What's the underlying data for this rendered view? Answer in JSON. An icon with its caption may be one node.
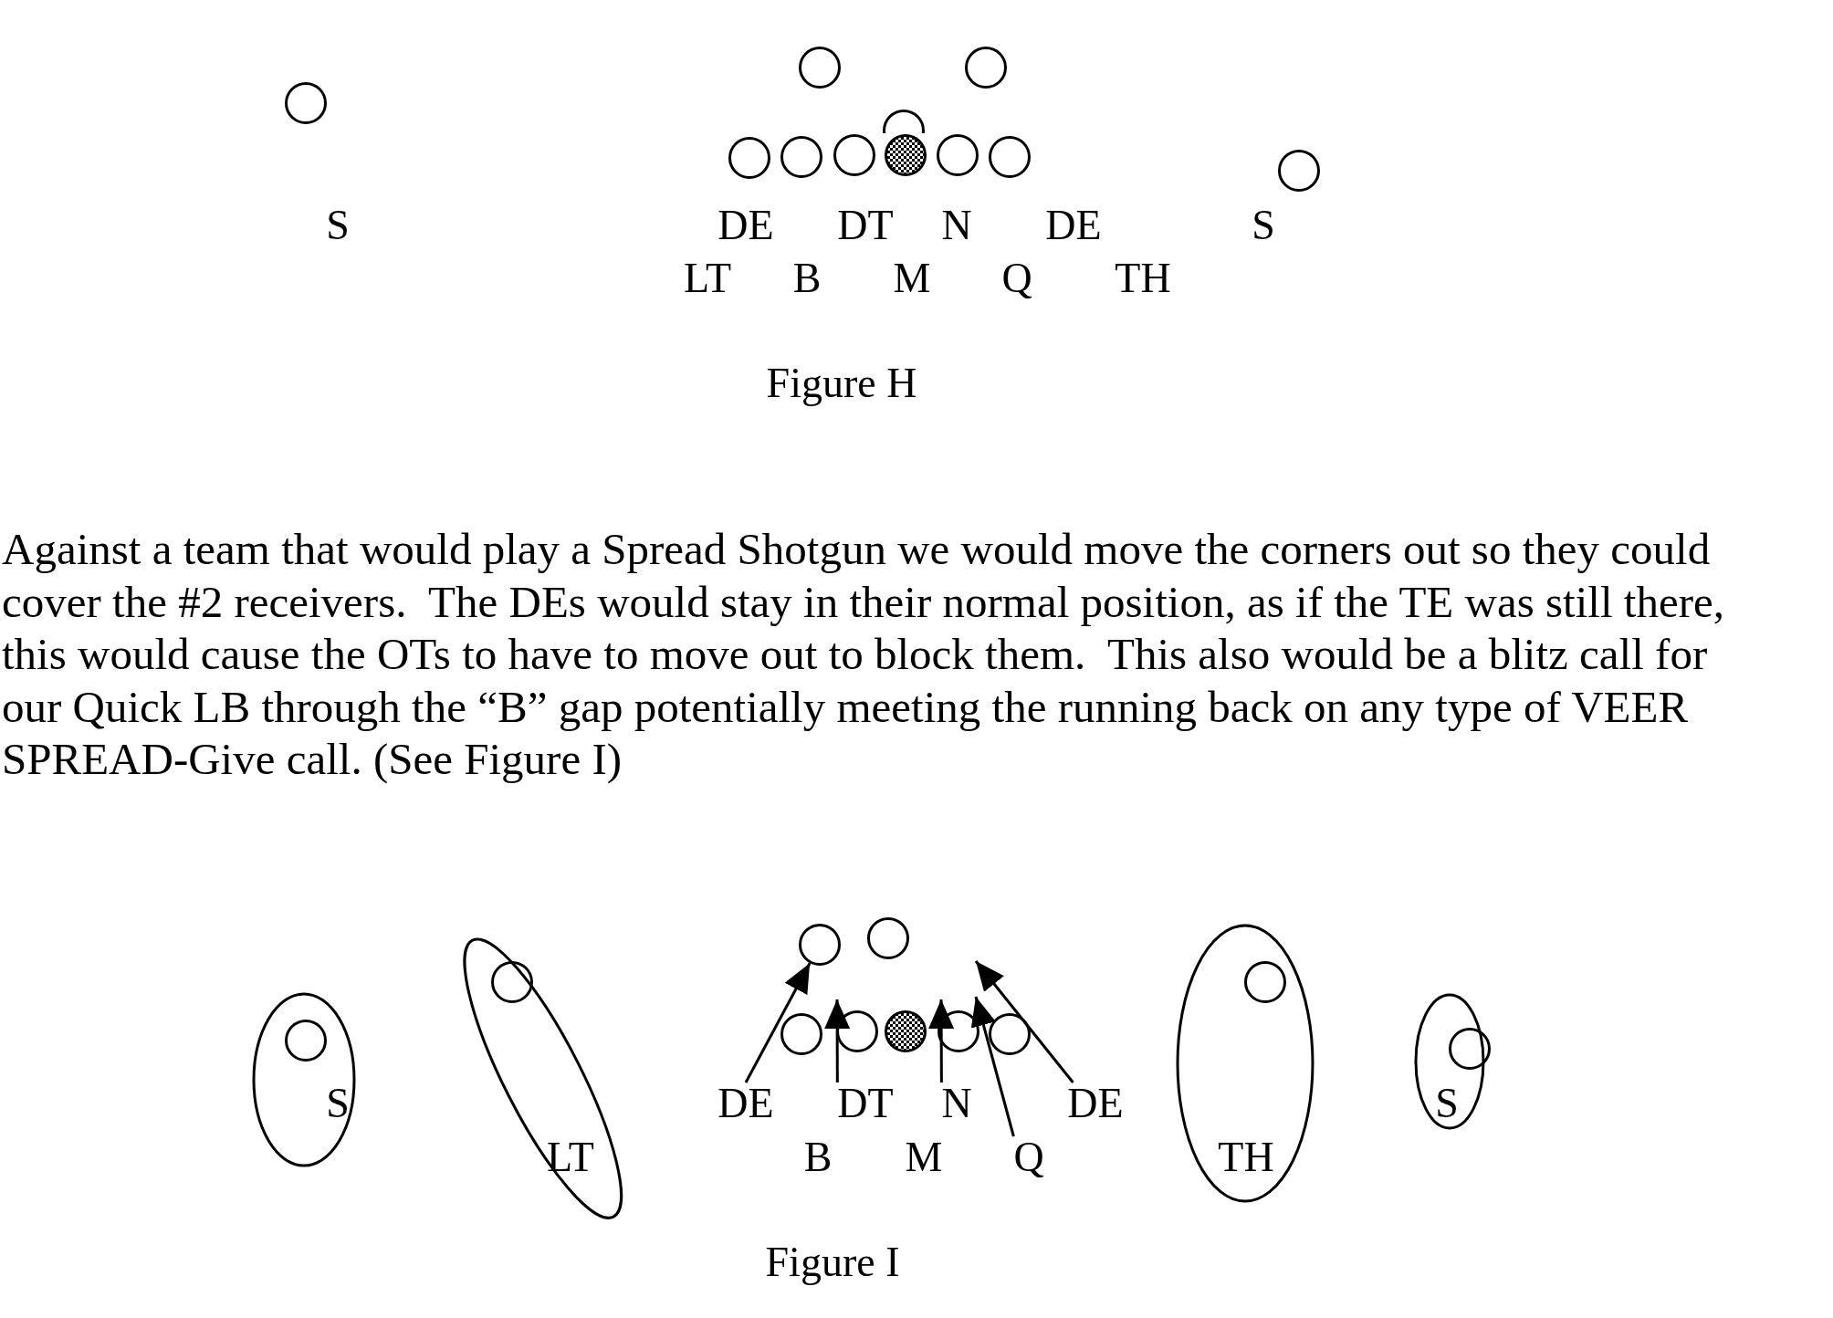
{
  "diagram": {
    "nodes": [
      {
        "text": [],
        "shape": "circle"
      },
      {
        "text": [],
        "shape": "circle"
      },
      {
        "text": [],
        "shape": "circle"
      },
      {
        "text": [],
        "shape": "circle"
      },
      {
        "text": [],
        "shape": "circle"
      },
      {
        "text": [],
        "shape": "circle"
      },
      {
        "text": [],
        "shape": "circle"
      },
      {
        "text": [],
        "shape": "ball"
      },
      {
        "text": [],
        "shape": "circle"
      },
      {
        "text": [],
        "shape": "circle"
      },
      {
        "text": [],
        "shape": "circle"
      },
      {
        "text": [
          "S"
        ]
      },
      {
        "text": [],
        "shape": "circle",
        "in": 11
      },
      {
        "text": [
          "LT"
        ]
      },
      {
        "text": [],
        "shape": "circle",
        "in": 13
      },
      {
        "text": [
          "TH"
        ]
      },
      {
        "text": [],
        "shape": "circle",
        "in": 15
      },
      {
        "text": [
          "S"
        ]
      },
      {
        "text": [],
        "shape": "circle"
      },
      {
        "text": [],
        "shape": "circle"
      },
      {
        "text": [],
        "shape": "circle"
      },
      {
        "text": [],
        "shape": "circle"
      },
      {
        "text": [],
        "shape": "circle"
      },
      {
        "text": [],
        "shape": "ball"
      },
      {
        "text": [],
        "shape": "circle"
      },
      {
        "text": [],
        "shape": "circle"
      },
      {
        "text": [
          "DE"
        ]
      },
      {
        "text": [
          "DT"
        ]
      },
      {
        "text": [
          "N"
        ]
      },
      {
        "text": [
          "DE"
        ]
      },
      {
        "text": [
          "Q"
        ]
      }
    ],
    "edges": [
      {
        "from": 26,
        "to": 19,
        "arrow": "to"
      },
      {
        "from": 27,
        "to": 21,
        "arrow": "to"
      },
      {
        "from": 28,
        "to": 23,
        "arrow": "to"
      },
      {
        "from": 30,
        "to": 24,
        "arrow": "to"
      },
      {
        "from": 29,
        "to": null,
        "arrow": "to"
      }
    ],
    "labels": [
      "S",
      "DE",
      "DT",
      "N",
      "DE",
      "S",
      "LT",
      "B",
      "M",
      "Q",
      "TH",
      "Figure H",
      "Against a team that would play a Spread Shotgun we would move the corners out so they could cover the #2 receivers.  The DEs would stay in their normal position, as if the TE was still there, this would cause the OTs to have to move out to block them.  This also would be a blitz call for our Quick LB through the “B” gap potentially meeting the running back on any type of VEER SPREAD-Give call. (See Figure I)",
      "B",
      "M",
      "Figure I"
    ]
  }
}
